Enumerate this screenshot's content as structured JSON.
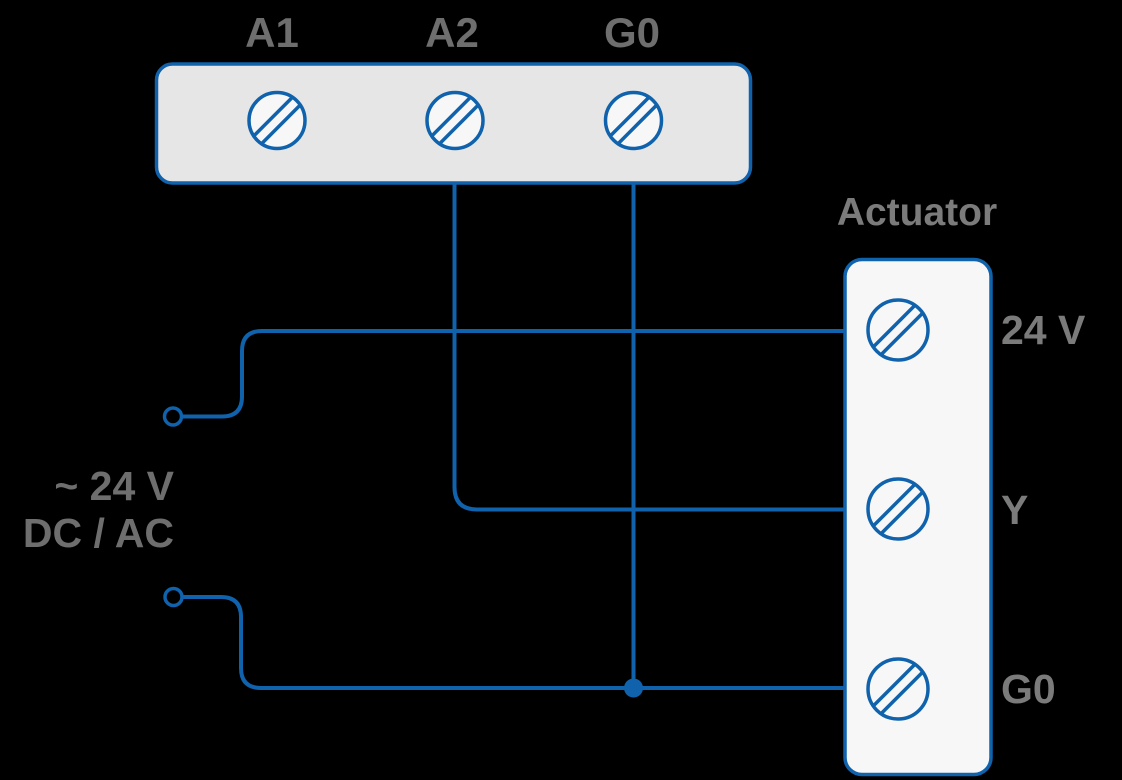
{
  "diagram": {
    "type": "wiring-schematic",
    "colors": {
      "background": "#000000",
      "wire_blue": "#0f62ab",
      "terminal_block_fill": "#e6e6e6",
      "actuator_fill": "#f7f7f7",
      "screw_fill": "#f7f7f7",
      "label_dark_gray": "#6e6e6e",
      "label_light_gray": "#7b7b7b"
    },
    "terminal_block": {
      "terminals": [
        {
          "label": "A1"
        },
        {
          "label": "A2"
        },
        {
          "label": "G0"
        }
      ]
    },
    "actuator": {
      "title": "Actuator",
      "terminals": [
        {
          "label": "24 V"
        },
        {
          "label": "Y"
        },
        {
          "label": "G0"
        }
      ]
    },
    "power_supply": {
      "line1": "~ 24 V",
      "line2": "DC / AC"
    },
    "connections": [
      {
        "from": "terminal_block.A2",
        "to": "actuator.Y"
      },
      {
        "from": "terminal_block.G0",
        "to": "actuator.G0"
      },
      {
        "from": "power_supply.top",
        "to": "actuator.24 V"
      },
      {
        "from": "power_supply.bottom",
        "to": "actuator.G0"
      }
    ]
  }
}
